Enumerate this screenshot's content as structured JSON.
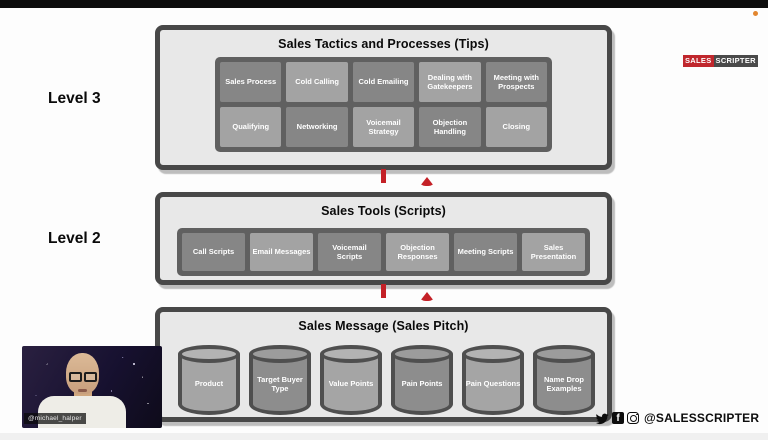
{
  "brand": {
    "logo_part1": "SALES",
    "logo_part2": "SCRIPTER",
    "logo_red": "#c0272d",
    "logo_gray": "#4a4a4a"
  },
  "colors": {
    "accent_red_arrow": "#c42127",
    "container_fill": "#e8e8e8",
    "container_border": "#484848",
    "panel_dark": "#606060",
    "box_dark": "#868686",
    "box_light": "#a3a3a3",
    "recording_dot": "#e2862f"
  },
  "side_labels": {
    "level3": "Level 3",
    "level2": "Level 2"
  },
  "diagram": {
    "levels": [
      {
        "title": "Sales Tactics and Processes (Tips)",
        "items": [
          "Sales Process",
          "Cold Calling",
          "Cold Emailing",
          "Dealing with Gatekeepers",
          "Meeting with Prospects",
          "Qualifying",
          "Networking",
          "Voicemail Strategy",
          "Objection Handling",
          "Closing"
        ]
      },
      {
        "title": "Sales Tools (Scripts)",
        "items": [
          "Call Scripts",
          "Email Messages",
          "Voicemail Scripts",
          "Objection Responses",
          "Meeting Scripts",
          "Sales Presentation"
        ]
      },
      {
        "title": "Sales Message (Sales Pitch)",
        "items": [
          "Product",
          "Target Buyer Type",
          "Value Points",
          "Pain Points",
          "Pain Questions",
          "Name Drop Examples"
        ]
      }
    ]
  },
  "webcam": {
    "handle": "@michael_halper"
  },
  "footer": {
    "social_handle": "@SALESSCRIPTER",
    "facebook_glyph": "f",
    "icons": [
      "twitter-icon",
      "facebook-icon",
      "instagram-icon"
    ]
  }
}
